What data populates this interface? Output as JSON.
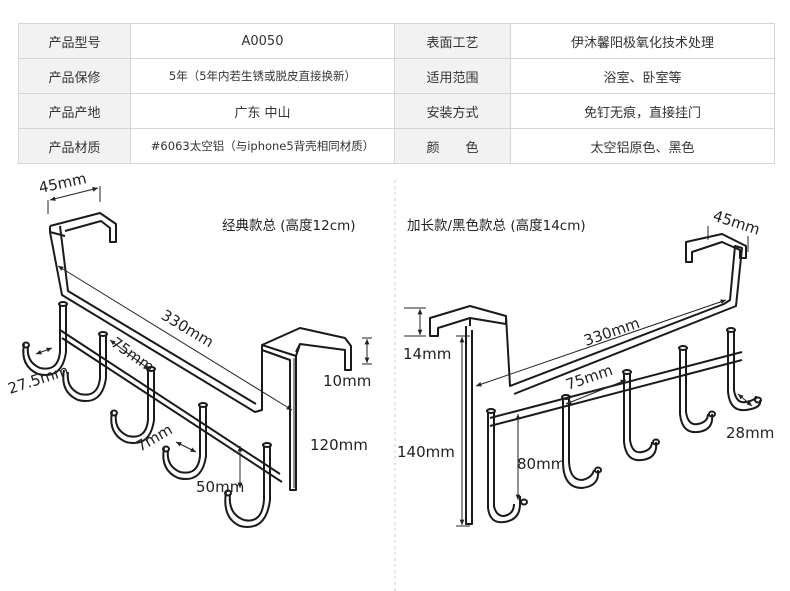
{
  "specs": {
    "rows": [
      {
        "label1": "产品型号",
        "value1": "A0050",
        "label2": "表面工艺",
        "value2": "伊沐馨阳极氧化技术处理"
      },
      {
        "label1": "产品保修",
        "value1": "5年（5年内若生锈或脱皮直接换新）",
        "label2": "适用范围",
        "value2": "浴室、卧室等"
      },
      {
        "label1": "产品产地",
        "value1": "广东 中山",
        "label2": "安装方式",
        "value2": "免钉无痕，直接挂门"
      },
      {
        "label1": "产品材质",
        "value1": "#6063太空铝（与iphone5背壳相同材质）",
        "label2": "颜　　色",
        "value2": "太空铝原色、黑色"
      }
    ]
  },
  "left_diagram": {
    "title": "经典款总 (高度12cm)",
    "dims": {
      "top_width": "45mm",
      "length": "330mm",
      "hook_gap": "27.5mm",
      "hook_spacing": "75mm",
      "hook_thickness": "7mm",
      "hook_depth": "50mm",
      "slot": "10mm",
      "height": "120mm"
    }
  },
  "right_diagram": {
    "title": "加长款/黑色款总 (高度14cm)",
    "dims": {
      "top_width": "45mm",
      "length": "330mm",
      "slot": "14mm",
      "hook_spacing": "75mm",
      "hook_gap": "28mm",
      "height": "140mm",
      "hook_depth": "80mm"
    }
  }
}
